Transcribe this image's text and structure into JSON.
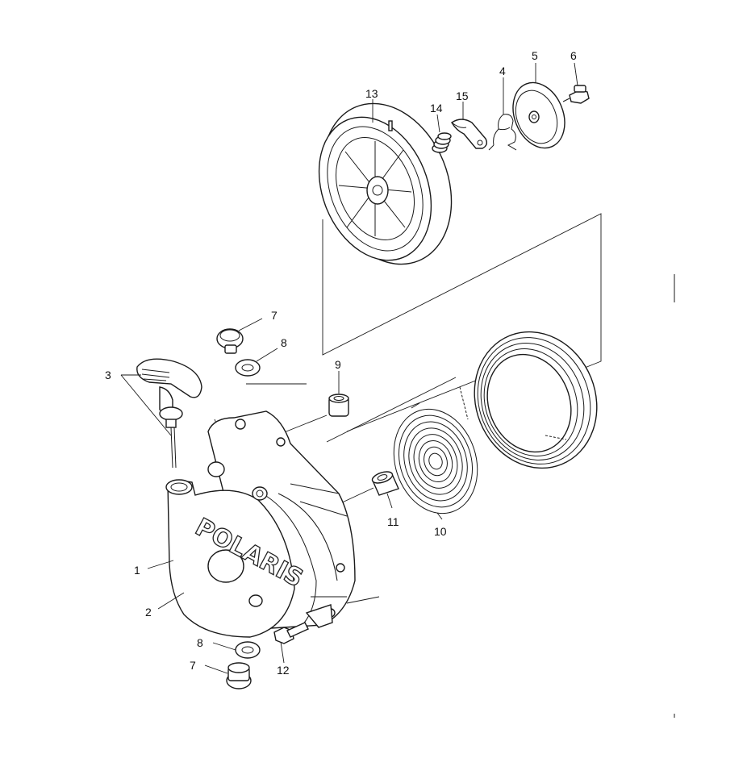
{
  "logo_text": "POLARIS",
  "callouts": {
    "c1": "1",
    "c2": "2",
    "c3": "3",
    "c4": "4",
    "c5": "5",
    "c6": "6",
    "c7a": "7",
    "c7b": "7",
    "c8a": "8",
    "c8b": "8",
    "c9": "9",
    "c10": "10",
    "c11": "11",
    "c12": "12",
    "c13": "13",
    "c14": "14",
    "c15": "15"
  },
  "parts": [
    {
      "ref": "1",
      "icon": "starter-housing-icon"
    },
    {
      "ref": "2",
      "icon": "decal-icon"
    },
    {
      "ref": "3",
      "icon": "rope-handle-icon"
    },
    {
      "ref": "4",
      "icon": "spring-clip-icon"
    },
    {
      "ref": "5",
      "icon": "friction-plate-icon"
    },
    {
      "ref": "6",
      "icon": "bolt-icon"
    },
    {
      "ref": "7",
      "icon": "plug-icon"
    },
    {
      "ref": "8",
      "icon": "washer-icon"
    },
    {
      "ref": "9",
      "icon": "bushing-icon"
    },
    {
      "ref": "10",
      "icon": "recoil-spring-icon"
    },
    {
      "ref": "11",
      "icon": "bushing-icon"
    },
    {
      "ref": "12",
      "icon": "bolt-icon"
    },
    {
      "ref": "13",
      "icon": "rope-pulley-icon"
    },
    {
      "ref": "14",
      "icon": "coil-spring-icon"
    },
    {
      "ref": "15",
      "icon": "pawl-icon"
    }
  ]
}
